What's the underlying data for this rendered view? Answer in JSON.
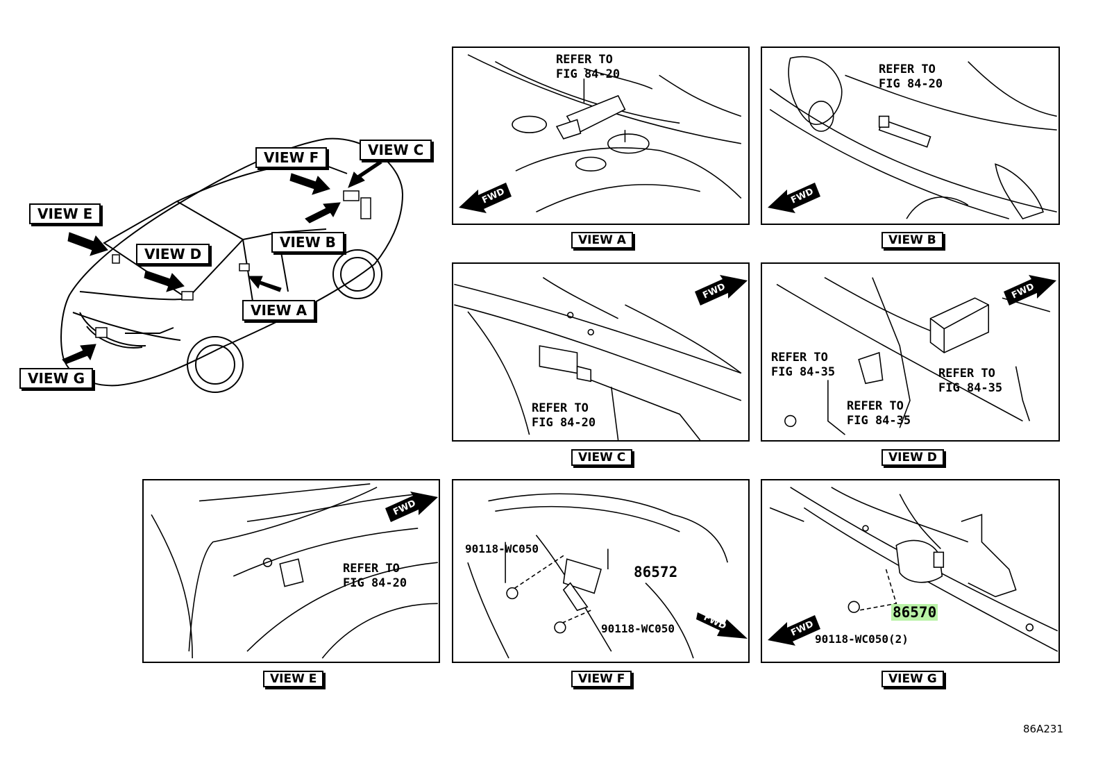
{
  "overview": {
    "labels": {
      "view_e": "VIEW E",
      "view_f": "VIEW F",
      "view_c": "VIEW C",
      "view_d": "VIEW D",
      "view_b": "VIEW B",
      "view_a": "VIEW A",
      "view_g": "VIEW G"
    }
  },
  "panels": {
    "a": {
      "caption": "VIEW A",
      "note": "REFER TO\nFIG 84-20",
      "fwd": "FWD"
    },
    "b": {
      "caption": "VIEW B",
      "note": "REFER TO\nFIG 84-20",
      "fwd": "FWD"
    },
    "c": {
      "caption": "VIEW C",
      "note": "REFER TO\nFIG 84-20",
      "fwd": "FWD"
    },
    "d": {
      "caption": "VIEW D",
      "note_left": "REFER TO\nFIG 84-35",
      "note_mid": "REFER TO\nFIG 84-35",
      "note_right": "REFER TO\nFIG 84-35",
      "fwd": "FWD"
    },
    "e": {
      "caption": "VIEW E",
      "note": "REFER TO\nFIG 84-20",
      "fwd": "FWD"
    },
    "f": {
      "caption": "VIEW F",
      "part_bolt_1": "90118-WC050",
      "part_main": "86572",
      "part_bolt_2": "90118-WC050",
      "fwd": "FWD"
    },
    "g": {
      "caption": "VIEW G",
      "part_main": "86570",
      "part_bolt": "90118-WC050(2)",
      "fwd": "FWD"
    }
  },
  "diagram_id": "86A231",
  "colors": {
    "highlight": "#b9f2a6",
    "ink": "#000000"
  }
}
